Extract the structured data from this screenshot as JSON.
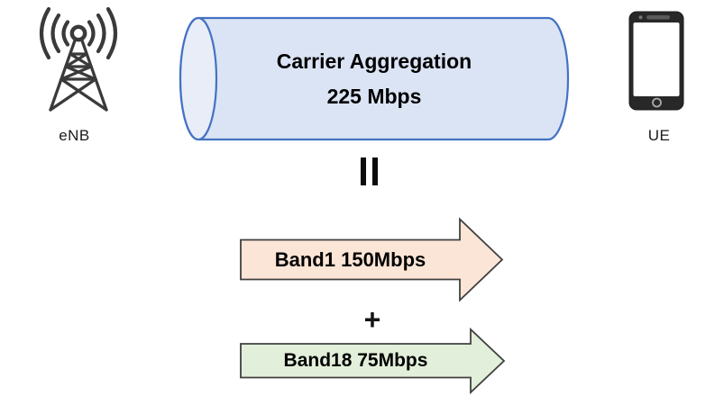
{
  "diagram": {
    "enb": {
      "label": "eNB",
      "icon": "cell-tower-icon"
    },
    "ue": {
      "label": "UE",
      "icon": "smartphone-icon"
    },
    "pipe": {
      "title": "Carrier Aggregation",
      "throughput": "225 Mbps",
      "body_fill": "#dbe4f4",
      "cap_fill": "#e9edf8",
      "stroke": "#4472c4"
    },
    "equals": {
      "symbol": "=",
      "orientation": "rotated-90deg",
      "color": "#0d0d0d"
    },
    "plus": {
      "symbol": "+"
    },
    "bands": [
      {
        "label": "Band1 150Mbps",
        "fill": "#fbe5d6",
        "stroke": "#404040"
      },
      {
        "label": "Band18 75Mbps",
        "fill": "#e2efda",
        "stroke": "#404040"
      }
    ]
  }
}
